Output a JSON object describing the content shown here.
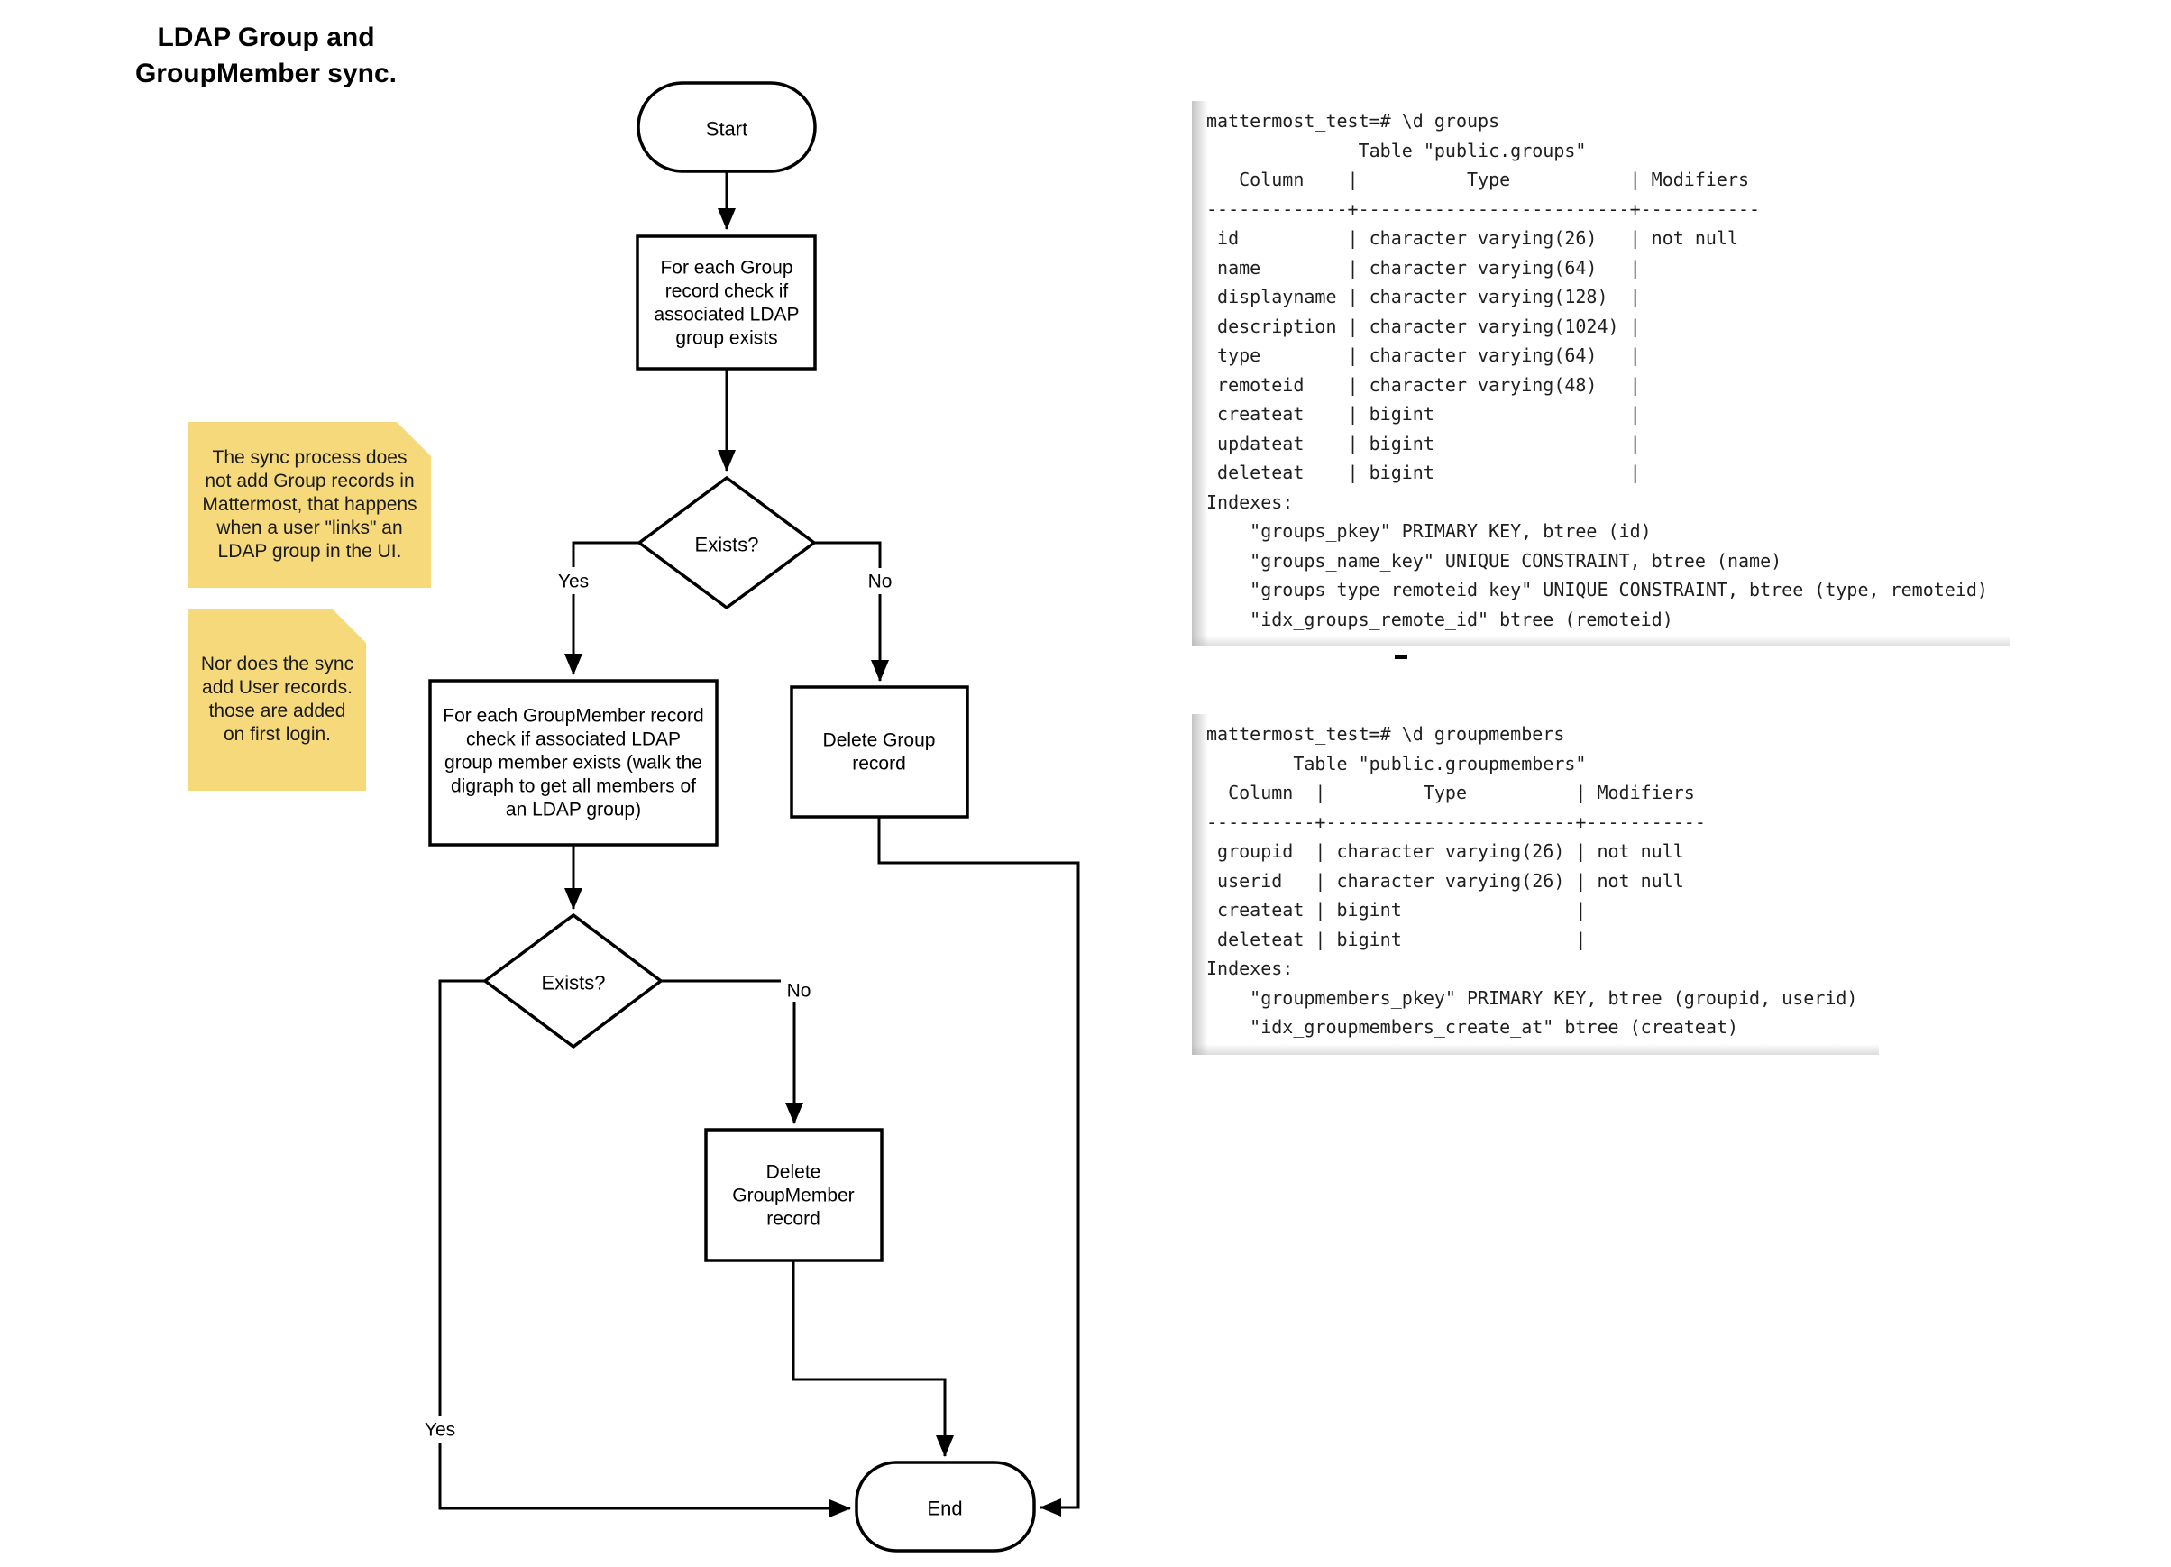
{
  "title": {
    "lines": [
      "LDAP Group and",
      "GroupMember sync."
    ]
  },
  "flowchart": {
    "start_label": "Start",
    "end_label": "End",
    "decision1_label": "Exists?",
    "decision2_label": "Exists?",
    "process_check_group_lines": [
      "For each Group",
      "record check if",
      "associated LDAP",
      "group exists"
    ],
    "process_check_member_lines": [
      "For each GroupMember record",
      "check if associated LDAP",
      "group member exists (walk the",
      "digraph to get all members of",
      "an LDAP group)"
    ],
    "process_delete_group_lines": [
      "Delete Group",
      "record"
    ],
    "process_delete_member_lines": [
      "Delete",
      "GroupMember",
      "record"
    ],
    "labels": {
      "yes1": "Yes",
      "no1": "No",
      "yes2": "Yes",
      "no2": "No"
    }
  },
  "notes": [
    {
      "lines": [
        "The sync process does",
        "not add Group records in",
        "Mattermost, that happens",
        "when a user \"links\" an",
        "LDAP group in the UI."
      ]
    },
    {
      "lines": [
        "Nor does the sync",
        "add User records.",
        "those are added",
        "on first login."
      ]
    }
  ],
  "terminals": [
    {
      "lines": [
        "mattermost_test=# \\d groups",
        "              Table \"public.groups\"",
        "   Column    |          Type           | Modifiers",
        "-------------+-------------------------+-----------",
        " id          | character varying(26)   | not null",
        " name        | character varying(64)   |",
        " displayname | character varying(128)  |",
        " description | character varying(1024) |",
        " type        | character varying(64)   |",
        " remoteid    | character varying(48)   |",
        " createat    | bigint                  |",
        " updateat    | bigint                  |",
        " deleteat    | bigint                  |",
        "Indexes:",
        "    \"groups_pkey\" PRIMARY KEY, btree (id)",
        "    \"groups_name_key\" UNIQUE CONSTRAINT, btree (name)",
        "    \"groups_type_remoteid_key\" UNIQUE CONSTRAINT, btree (type, remoteid)",
        "    \"idx_groups_remote_id\" btree (remoteid)"
      ]
    },
    {
      "lines": [
        "mattermost_test=# \\d groupmembers",
        "        Table \"public.groupmembers\"",
        "  Column  |         Type          | Modifiers",
        "----------+-----------------------+-----------",
        " groupid  | character varying(26) | not null",
        " userid   | character varying(26) | not null",
        " createat | bigint                |",
        " deleteat | bigint                |",
        "Indexes:",
        "    \"groupmembers_pkey\" PRIMARY KEY, btree (groupid, userid)",
        "    \"idx_groupmembers_create_at\" btree (createat)"
      ]
    }
  ],
  "colors": {
    "note_fill": "#f5d97b",
    "note_fold": "#ddbe58",
    "ink": "#000000",
    "terminal_ink": "#1f1f1f"
  }
}
